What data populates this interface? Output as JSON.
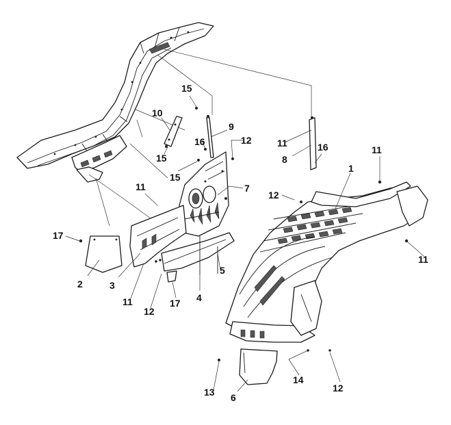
{
  "callouts": {
    "c1": "1",
    "c2": "2",
    "c3": "3",
    "c4": "4",
    "c5": "5",
    "c6": "6",
    "c7": "7",
    "c8": "8",
    "c9": "9",
    "c10": "10",
    "c11a": "11",
    "c11b": "11",
    "c11c": "11",
    "c11d": "11",
    "c11e": "11",
    "c12a": "12",
    "c12b": "12",
    "c12c": "12",
    "c12d": "12",
    "c13": "13",
    "c14": "14",
    "c15a": "15",
    "c15b": "15",
    "c15c": "15",
    "c16a": "16",
    "c16b": "16",
    "c17a": "17",
    "c17b": "17"
  }
}
